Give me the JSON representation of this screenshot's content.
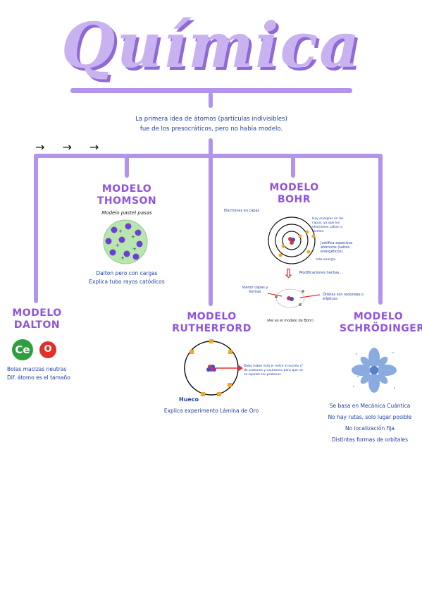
{
  "title": "Química",
  "intro": {
    "line1": "La primera idea de átomos (partículas indivisibles)",
    "line2": "fue de los presocráticos, pero no había modelo."
  },
  "arrows": [
    "→",
    "→",
    "→"
  ],
  "models": {
    "dalton": {
      "heading_line1": "MODELO",
      "heading_line2": "DALTON",
      "symbol_left": "Ce",
      "symbol_right": "O",
      "note1": "Bolas macizas neutras",
      "note2": "Dif. átomo es el tamaño"
    },
    "thomson": {
      "heading_line1": "MODELO",
      "heading_line2": "THOMSON",
      "caption": "Modelo pastel pasas",
      "note1": "Dalton pero con cargas",
      "note2": "Explica tubo rayos catódicos"
    },
    "rutherford": {
      "heading_line1": "MODELO",
      "heading_line2": "RUTHERFORD",
      "nucleus_note": "Debe haber más e- entre el núcleo n° de protones y neutrones para que no se repelan los protones.",
      "hueco_label": "Hueco",
      "note1": "Explica experimento Lámina de Oro"
    },
    "bohr": {
      "heading_line1": "MODELO",
      "heading_line2": "BOHR",
      "caption": "Electrones en capas",
      "orbit_note": "Hay energías en las capas, ya que los electrones saltan a niveles.",
      "energy_label": "más energía",
      "spectra_note": "Justifica espectros atómicos (saltos energéticos)",
      "modifications": "Modificaciones hechas...",
      "left_note": "Vieron capas y formas",
      "right_note": "Órbitas son redondas o elípticas",
      "bottom_note": "(Así es el modelo de Bohr)",
      "down_arrow": "⇩"
    },
    "schrodinger": {
      "heading_line1": "MODELO",
      "heading_line2": "SCHRÖDINGER",
      "note1": "Se basa en Mecánica Cuántica",
      "note2": "No hay rutas, solo lugar posible",
      "note3": "No localización fija",
      "note4": "Distintas formas de orbitales"
    }
  },
  "colors": {
    "title": "#c9b2f0",
    "title_shadow": "#8f6ad6",
    "connector": "#b394ec",
    "heading": "#8f53e0",
    "body_text": "#1e3fa0",
    "electron": "#f5a623",
    "dalton_green": "#2f9e3e",
    "dalton_red": "#e0302a"
  }
}
